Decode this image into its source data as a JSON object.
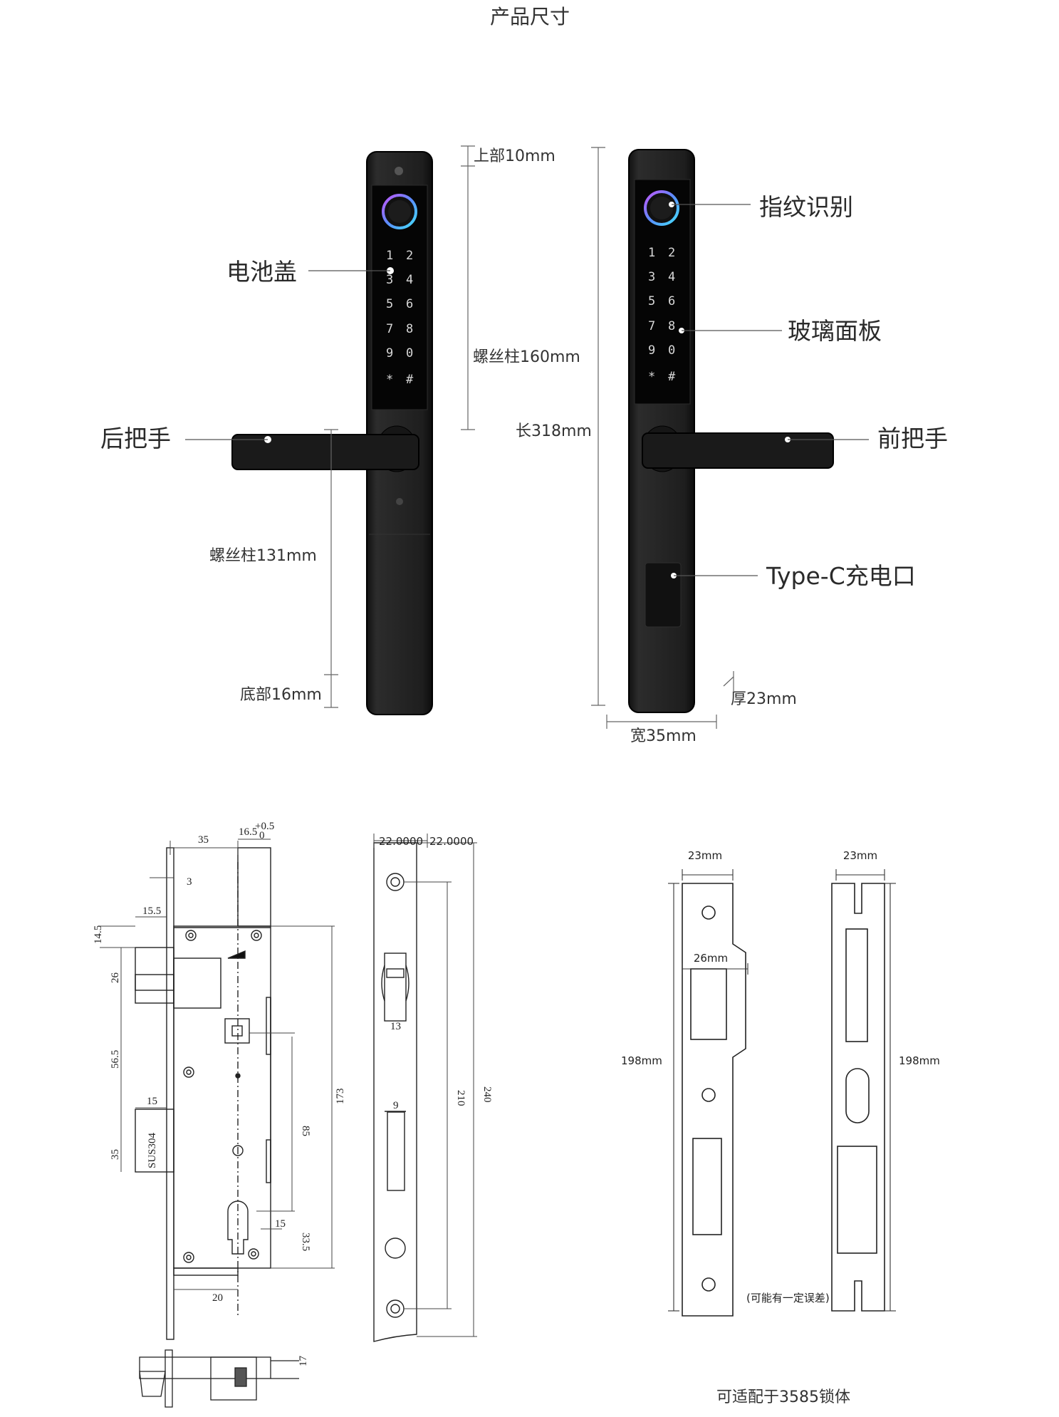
{
  "title": "产品尺寸",
  "callouts": {
    "battery_cover": "电池盖",
    "rear_handle": "后把手",
    "fingerprint": "指纹识别",
    "glass_panel": "玻璃面板",
    "front_handle": "前把手",
    "type_c_port": "Type-C充电口"
  },
  "dimensions": {
    "top": "上部10mm",
    "screw_post_160": "螺丝柱160mm",
    "length": "长318mm",
    "screw_post_131": "螺丝柱131mm",
    "bottom": "底部16mm",
    "thickness": "厚23mm",
    "width": "宽35mm"
  },
  "keypad": [
    "1",
    "2",
    "3",
    "4",
    "5",
    "6",
    "7",
    "8",
    "9",
    "0",
    "*",
    "#"
  ],
  "mortise_drawing": {
    "d35": "35",
    "d3": "3",
    "d16_5": "16.5",
    "tol": "+0.5",
    "tol0": "0",
    "d15_5": "15.5",
    "d14_5": "14.5",
    "d26": "26",
    "d56_5": "56.5",
    "d15a": "15",
    "d35b": "35",
    "sus": "SUS304",
    "d85": "85",
    "d173": "173",
    "d15b": "15",
    "d33_5": "33.5",
    "d20": "20",
    "d17": "17"
  },
  "faceplate_drawing": {
    "d22": "22.0000",
    "d22s": "22.0000",
    "d13": "13",
    "d9": "9",
    "d210": "210",
    "d240": "240"
  },
  "strike_plate": {
    "w1": "23mm",
    "w2": "23mm",
    "w3": "26mm",
    "h1": "198mm",
    "h2": "198mm",
    "note": "(可能有一定误差)",
    "caption": "可适配于3585锁体"
  }
}
